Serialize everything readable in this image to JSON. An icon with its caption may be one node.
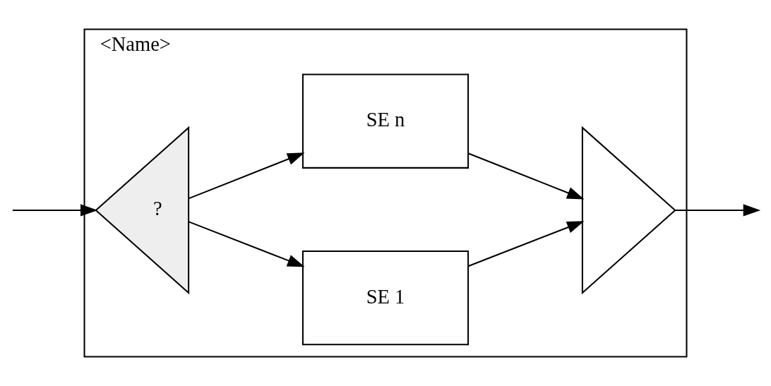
{
  "diagram": {
    "nodes": [
      {
        "text": [
          "<Name>"
        ]
      },
      {
        "text": [
          "?"
        ],
        "in": 0
      },
      {
        "text": [
          "SE 1"
        ],
        "in": 0
      },
      {
        "text": [
          "SE n"
        ],
        "in": 0
      },
      {
        "text": [],
        "shape": "triangle",
        "in": 0
      }
    ],
    "edges": [
      {
        "from": null,
        "to": 1,
        "arrow": "to"
      },
      {
        "from": 1,
        "to": 2,
        "arrow": "to"
      },
      {
        "from": 1,
        "to": 3,
        "arrow": "to"
      },
      {
        "from": 2,
        "to": 4,
        "arrow": "to"
      },
      {
        "from": 3,
        "to": 4,
        "arrow": "to"
      },
      {
        "from": 4,
        "to": null,
        "arrow": "to"
      }
    ]
  }
}
